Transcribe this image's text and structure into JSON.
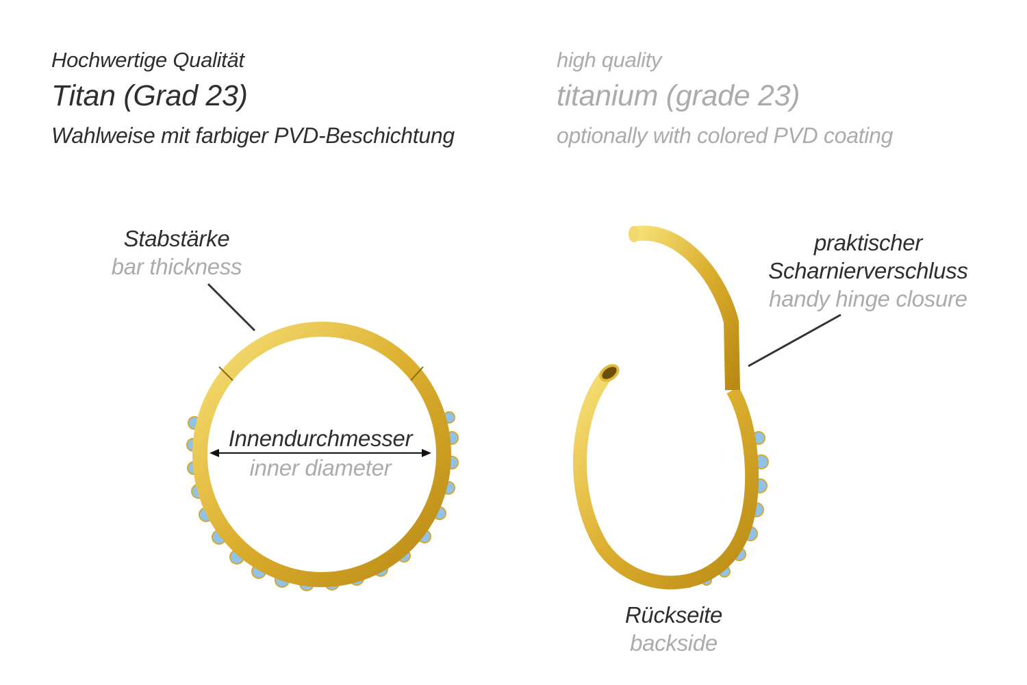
{
  "header": {
    "de": {
      "line1": "Hochwertige Qualität",
      "line2": "Titan (Grad 23)",
      "line3": "Wahlweise mit farbiger PVD-Beschichtung"
    },
    "en": {
      "line1": "high quality",
      "line2": "titanium (grade 23)",
      "line3": "optionally with colored PVD coating"
    }
  },
  "labels": {
    "bar_thickness": {
      "de": "Stabstärke",
      "en": "bar thickness"
    },
    "inner_diameter": {
      "de": "Innendurchmesser",
      "en": "inner diameter"
    },
    "hinge": {
      "de_line1": "praktischer",
      "de_line2": "Scharnierverschluss",
      "en": "handy hinge closure"
    },
    "backside": {
      "de": "Rückseite",
      "en": "backside"
    }
  },
  "colors": {
    "gold": "#e2b93b",
    "gem": "#8fc3ea",
    "text_dark": "#2e2e2e",
    "text_gray": "#ababab"
  }
}
